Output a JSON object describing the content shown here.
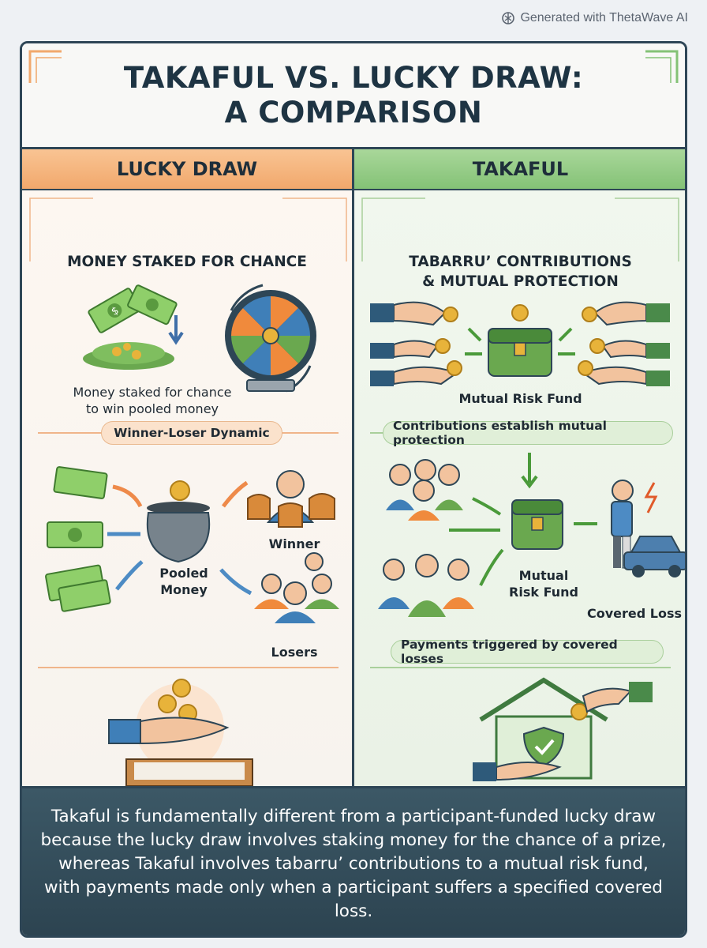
{
  "watermark": {
    "text": "Generated with ThetaWave AI",
    "icon": "openai-knot-icon"
  },
  "title": {
    "line1": "TAKAFUL VS. LUCKY DRAW:",
    "line2": "A COMPARISON"
  },
  "columns": {
    "left": {
      "heading": "LUCKY DRAW",
      "section_title": "MONEY STAKED FOR CHANCE",
      "stake_caption_1": "Money staked for chance",
      "stake_caption_2": "to win pooled money",
      "pill": "Winner-Loser Dynamic",
      "pool_label_1": "Pooled",
      "pool_label_2": "Money",
      "winner_label": "Winner",
      "losers_label": "Losers"
    },
    "right": {
      "heading": "TAKAFUL",
      "section_title_1": "TABARRU’ CONTRIBUTIONS",
      "section_title_2": "& MUTUAL PROTECTION",
      "fund_caption": "Mutual Risk Fund",
      "pill_1": "Contributions establish mutual protection",
      "fund_label_1": "Mutual",
      "fund_label_2": "Risk Fund",
      "loss_label": "Covered Loss",
      "pill_2": "Payments triggered by covered losses"
    }
  },
  "footer": {
    "text": "Takaful is fundamentally different from a participant-funded lucky draw because the lucky draw involves staking money for the chance of a prize, whereas Takaful involves tabarru’ contributions to a mutual risk fund, with payments made only when a participant suffers a specified covered loss."
  },
  "colors": {
    "frame": "#2e4656",
    "orange": "#f1a86c",
    "green": "#84c276",
    "footer": "#34505e"
  }
}
